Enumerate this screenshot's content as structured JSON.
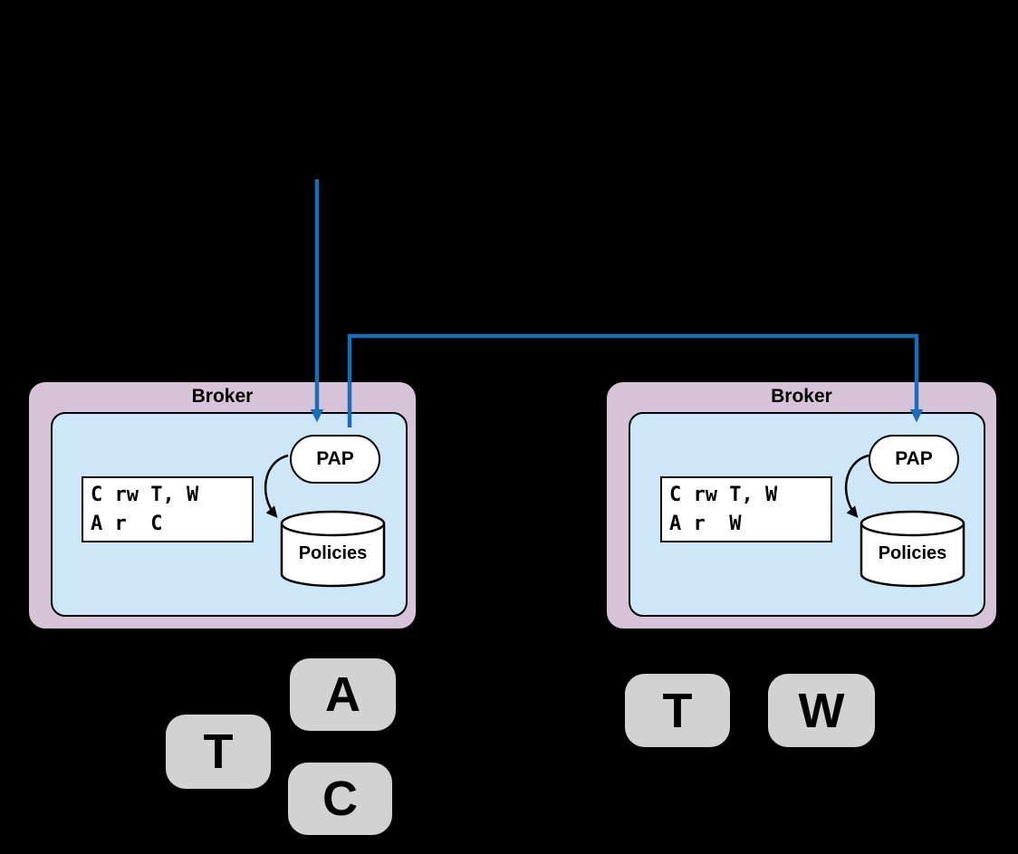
{
  "colors": {
    "background": "#000000",
    "broker_fill": "#d7c3d8",
    "inner_fill": "#cde7f8",
    "node_fill": "#ffffff",
    "tile_fill": "#d2d2d2",
    "arrow_blue": "#1a6cb5",
    "line_black": "#000000"
  },
  "brokers": [
    {
      "title": "Broker",
      "policy_table": {
        "line1": "C rw T, W",
        "line2": "A r  C"
      },
      "pap": "PAP",
      "store": "Policies"
    },
    {
      "title": "Broker",
      "policy_table": {
        "line1": "C rw T, W",
        "line2": "A r  W"
      },
      "pap": "PAP",
      "store": "Policies"
    }
  ],
  "clients_left": [
    {
      "label": "A"
    },
    {
      "label": "T"
    },
    {
      "label": "C"
    }
  ],
  "clients_right": [
    {
      "label": "T"
    },
    {
      "label": "W"
    }
  ]
}
